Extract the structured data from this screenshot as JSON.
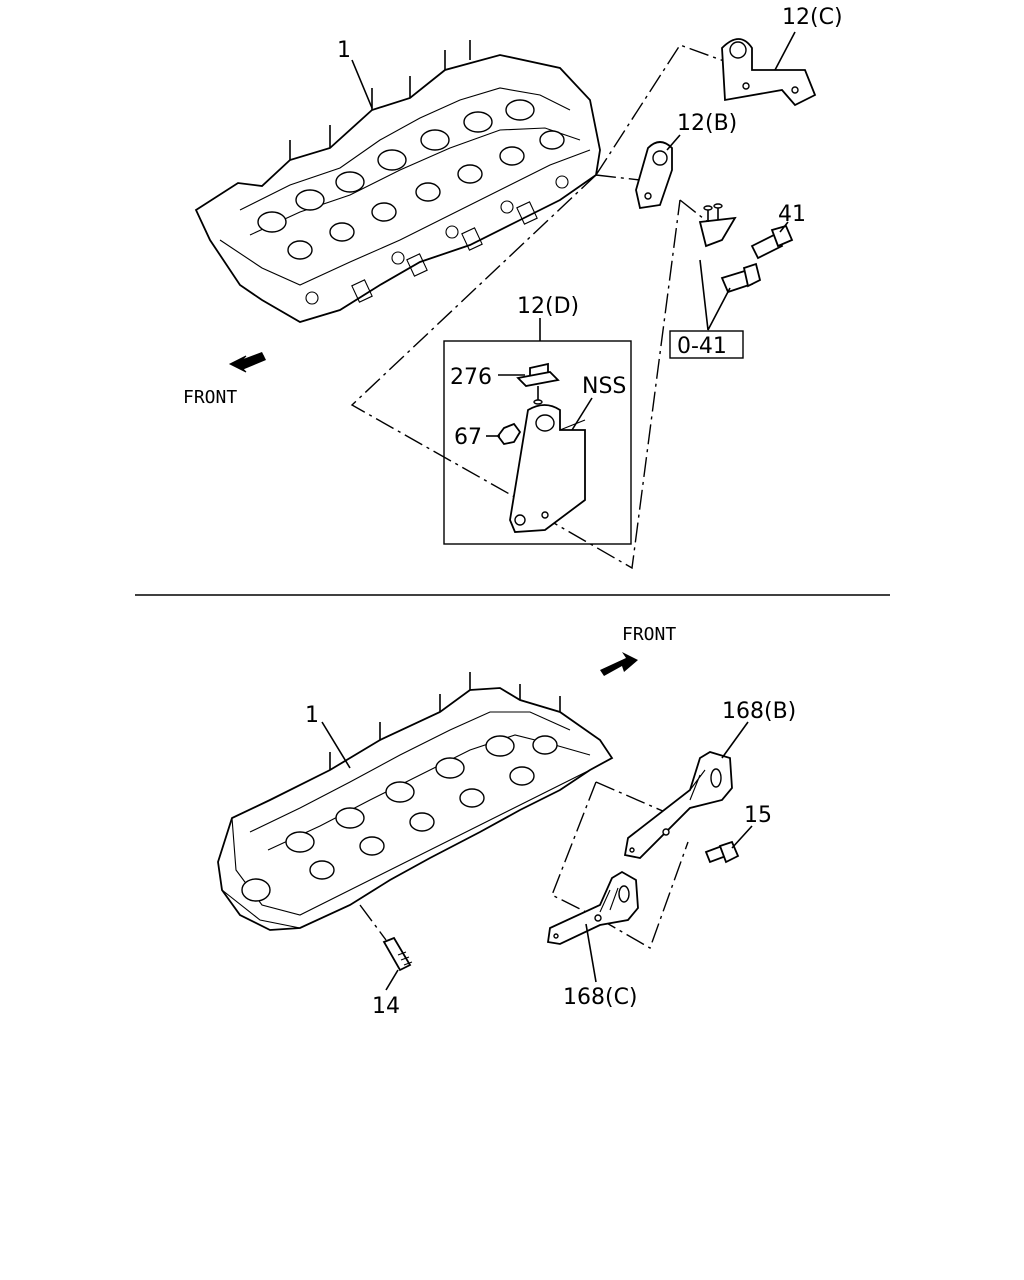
{
  "labels": {
    "top_head": "1",
    "top_bracket_c": "12(C)",
    "top_bracket_b": "12(B)",
    "top_bolt": "41",
    "top_bolt_ref": "0-41",
    "top_bracket_d": "12(D)",
    "top_stud": "276",
    "top_nss": "NSS",
    "top_nut": "67",
    "top_front": "FRONT",
    "bottom_front": "FRONT",
    "bottom_head": "1",
    "bottom_bracket_b": "168(B)",
    "bottom_bolt": "15",
    "bottom_stud": "14",
    "bottom_bracket_c": "168(C)"
  }
}
